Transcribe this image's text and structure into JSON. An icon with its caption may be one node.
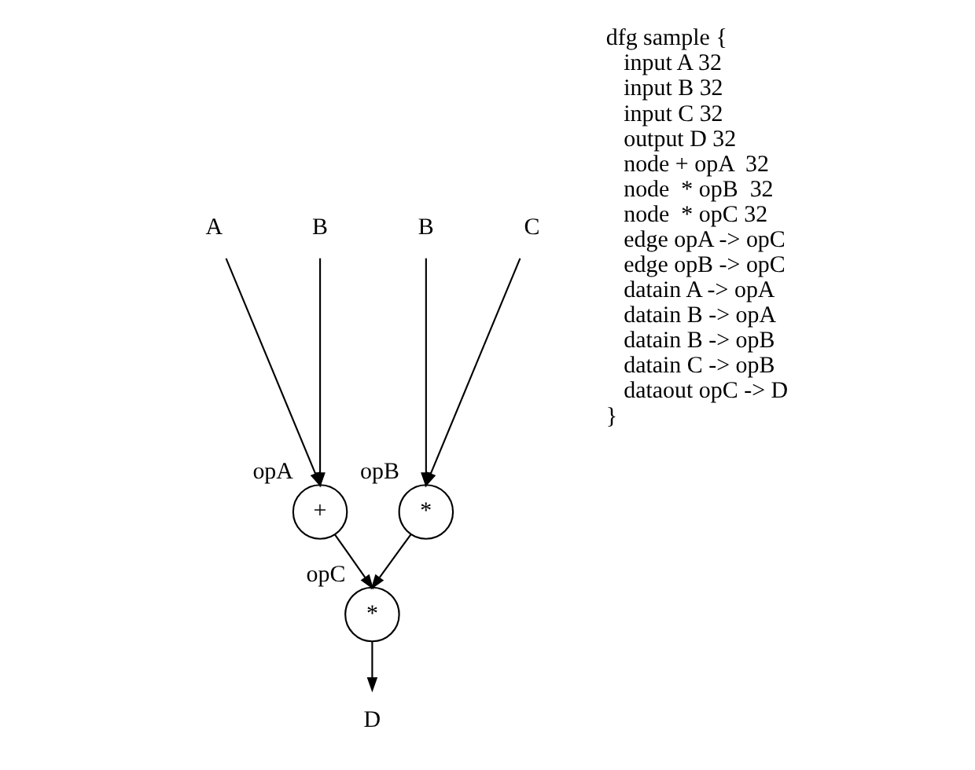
{
  "diagram": {
    "nodes": [
      {
        "text": [
          "A"
        ]
      },
      {
        "text": [
          "B"
        ]
      },
      {
        "text": [
          "B"
        ]
      },
      {
        "text": [
          "C"
        ]
      },
      {
        "text": [
          "+"
        ],
        "beside": [
          "opA"
        ]
      },
      {
        "text": [
          "*"
        ],
        "beside": [
          "opB"
        ]
      },
      {
        "text": [
          "*"
        ],
        "beside": [
          "opC"
        ]
      },
      {
        "text": [
          "D"
        ]
      }
    ],
    "edges": [
      {
        "from": 0,
        "to": 4,
        "arrow": "to"
      },
      {
        "from": 1,
        "to": 4,
        "arrow": "to"
      },
      {
        "from": 2,
        "to": 5,
        "arrow": "to"
      },
      {
        "from": 3,
        "to": 5,
        "arrow": "to"
      },
      {
        "from": 4,
        "to": 6,
        "arrow": "to"
      },
      {
        "from": 5,
        "to": 6,
        "arrow": "to"
      },
      {
        "from": 6,
        "to": 7,
        "arrow": "to"
      }
    ],
    "labels": [
      "dfg sample {",
      "input A 32",
      "input B 32",
      "input C 32",
      "output D 32",
      "node + opA  32",
      "node  * opB  32",
      "node  * opC 32",
      "edge opA -> opC",
      "edge opB -> opC",
      "datain A -> opA",
      "datain B -> opA",
      "datain B -> opB",
      "datain C -> opB",
      "dataout opC -> D",
      "}"
    ]
  }
}
